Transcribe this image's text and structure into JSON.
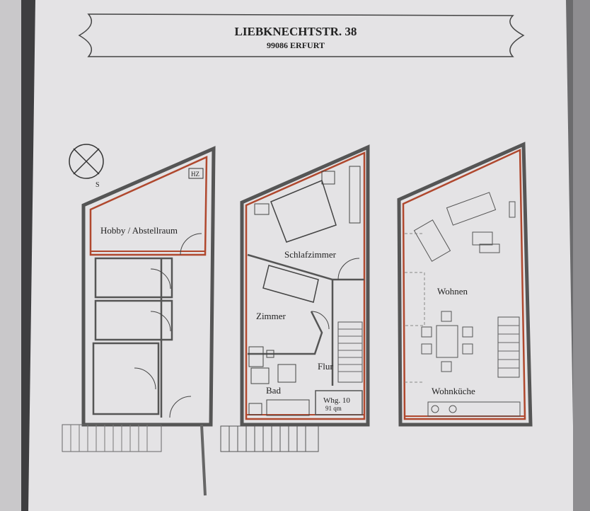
{
  "title": {
    "street": "LIEBKNECHTSTR. 38",
    "city": "99086 ERFURT"
  },
  "compass": {
    "label": "S"
  },
  "plans": {
    "left": {
      "rooms": [
        "Hobby / Abstellraum"
      ],
      "marker": "HZ"
    },
    "middle": {
      "rooms": [
        "Schlafzimmer",
        "Zimmer",
        "Flur",
        "Bad"
      ],
      "unit": "Whg. 10",
      "area": "91 qm"
    },
    "right": {
      "rooms": [
        "Wohnen",
        "Wohnküche"
      ]
    }
  },
  "colors": {
    "wall": "#555",
    "outline": "#b0482e",
    "paper": "#e6e5e6"
  }
}
